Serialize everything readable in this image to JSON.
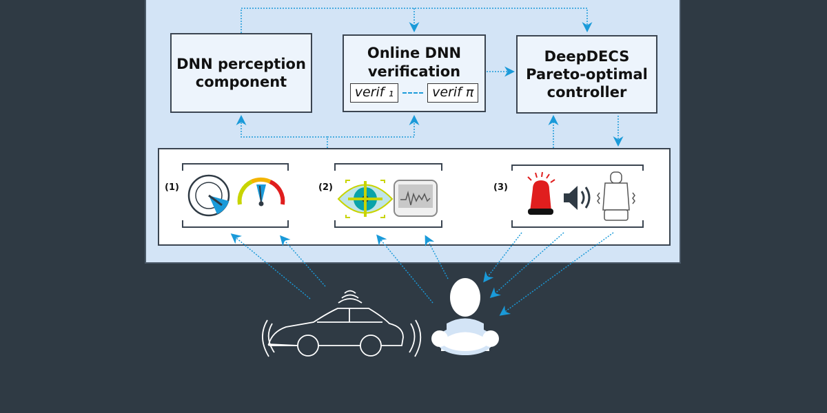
{
  "boxes": {
    "perception": {
      "line1": "DNN perception",
      "line2": "component"
    },
    "verification": {
      "line1": "Online DNN",
      "line2": "verification",
      "verif_first": "verif ₁",
      "verif_last": "verif π"
    },
    "controller": {
      "line1": "DeepDECS",
      "line2": "Pareto-optimal",
      "line3": "controller"
    }
  },
  "groups": [
    {
      "label": "(1)",
      "icons": [
        "dial-gauge-icon",
        "speedometer-icon"
      ]
    },
    {
      "label": "(2)",
      "icons": [
        "eye-target-icon",
        "monitor-waveform-icon"
      ]
    },
    {
      "label": "(3)",
      "icons": [
        "alarm-siren-icon",
        "speaker-icon",
        "vibrating-seat-icon"
      ]
    }
  ],
  "actors": [
    "autonomous-car-icon",
    "driver-icon"
  ],
  "colors": {
    "background": "#2f3a44",
    "panel": "#d3e4f6",
    "arrow": "#1a9ad9",
    "box": "#edf4fc"
  }
}
